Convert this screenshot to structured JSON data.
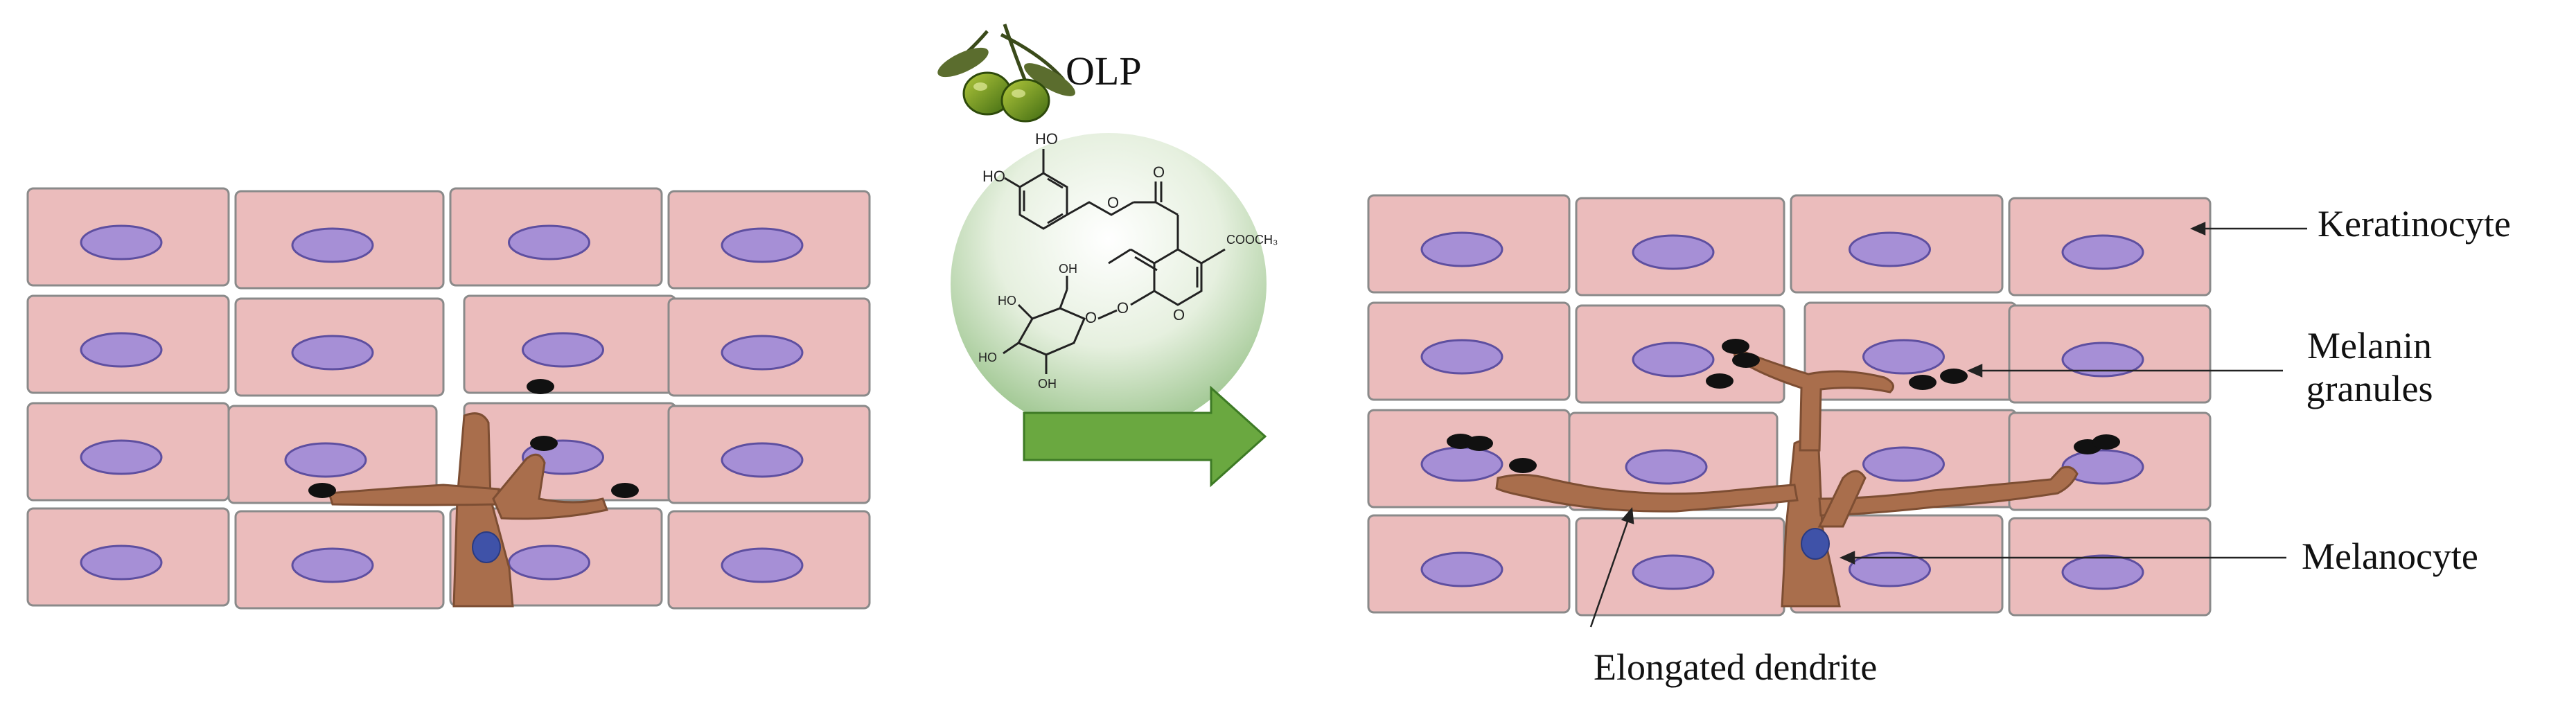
{
  "title": "",
  "compound_label": "OLP",
  "labels": {
    "keratinocyte": "Keratinocyte",
    "melanin_line1": "Melanin",
    "melanin_line2": "granules",
    "melanocyte": "Melanocyte",
    "dendrite": "Elongated dendrite"
  },
  "structure_labels": {
    "ho_top": "HO",
    "ho_left": "HO",
    "ester_o": "O",
    "carbonyl_o": "O",
    "methyl_ester": "COOCH₃",
    "ring_o": "O",
    "glyco_o": "O",
    "sugar_oh_1": "OH",
    "sugar_oh_2": "HO",
    "sugar_oh_3": "HO",
    "sugar_oh_4": "OH",
    "pyran_o": "O"
  },
  "colors": {
    "cell_fill": "#ebbcbc",
    "cell_border": "#8a8a8a",
    "nucleus_fill": "#a68fd6",
    "nucleus_border": "#5e4fa0",
    "melanocyte": "#a96e4c",
    "melanocyte_nucleus": "#3f52a8",
    "melanin": "#111111",
    "arrow": "#6aa840",
    "arrow_border": "#3d7a25",
    "bubble_top": "#ffffff",
    "bubble_bottom": "#9ec690"
  },
  "icons": [
    "olive-branch-icon",
    "green-arrow-icon"
  ]
}
